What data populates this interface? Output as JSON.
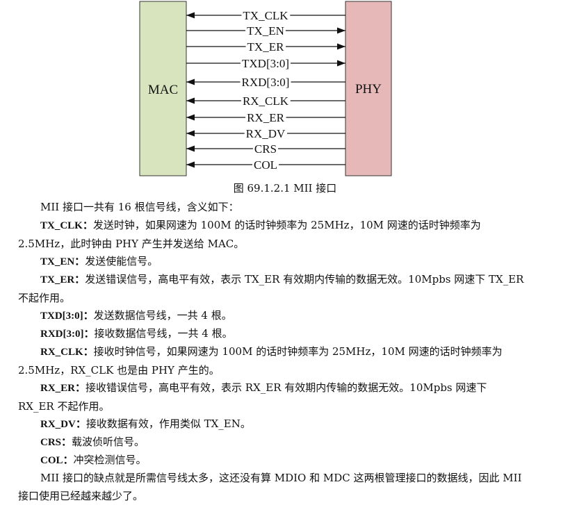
{
  "diagram": {
    "left_box": "MAC",
    "right_box": "PHY",
    "left_box_color": "#d7e4bd",
    "right_box_color": "#e6b9b8",
    "signals": [
      {
        "name": "TX_CLK",
        "direction": "to-mac"
      },
      {
        "name": "TX_EN",
        "direction": "to-phy"
      },
      {
        "name": "TX_ER",
        "direction": "to-phy"
      },
      {
        "name": "TXD[3:0]",
        "direction": "to-phy"
      },
      {
        "name": "RXD[3:0]",
        "direction": "to-mac"
      },
      {
        "name": "RX_CLK",
        "direction": "to-mac"
      },
      {
        "name": "RX_ER",
        "direction": "to-mac"
      },
      {
        "name": "RX_DV",
        "direction": "to-mac"
      },
      {
        "name": "CRS",
        "direction": "to-mac"
      },
      {
        "name": "COL",
        "direction": "to-mac"
      }
    ]
  },
  "caption": "图 69.1.2.1 MII 接口",
  "intro": "MII 接口一共有 16 根信号线，含义如下：",
  "definitions": [
    {
      "term": "TX_CLK：",
      "text": "发送时钟，如果网速为 100M 的话时钟频率为 25MHz，10M 网速的话时钟频率为 2.5MHz，此时钟由 PHY 产生并发送给 MAC。"
    },
    {
      "term": "TX_EN：",
      "text": "发送使能信号。"
    },
    {
      "term": "TX_ER：",
      "text": "发送错误信号，高电平有效，表示 TX_ER 有效期内传输的数据无效。10Mpbs 网速下 TX_ER 不起作用。"
    },
    {
      "term": "TXD[3:0]：",
      "text": "发送数据信号线，一共 4 根。"
    },
    {
      "term": "RXD[3:0]：",
      "text": "接收数据信号线，一共 4 根。"
    },
    {
      "term": "RX_CLK：",
      "text": "接收时钟信号，如果网速为 100M 的话时钟频率为 25MHz，10M 网速的话时钟频率为 2.5MHz，RX_CLK 也是由 PHY 产生的。"
    },
    {
      "term": "RX_ER：",
      "text": "接收错误信号，高电平有效，表示 RX_ER 有效期内传输的数据无效。10Mpbs 网速下 RX_ER 不起作用。"
    },
    {
      "term": "RX_DV：",
      "text": "接收数据有效，作用类似 TX_EN。"
    },
    {
      "term": "CRS：",
      "text": "载波侦听信号。"
    },
    {
      "term": "COL：",
      "text": "冲突检测信号。"
    }
  ],
  "conclusion": "MII 接口的缺点就是所需信号线太多，这还没有算 MDIO 和 MDC 这两根管理接口的数据线，因此 MII 接口使用已经越来越少了。"
}
